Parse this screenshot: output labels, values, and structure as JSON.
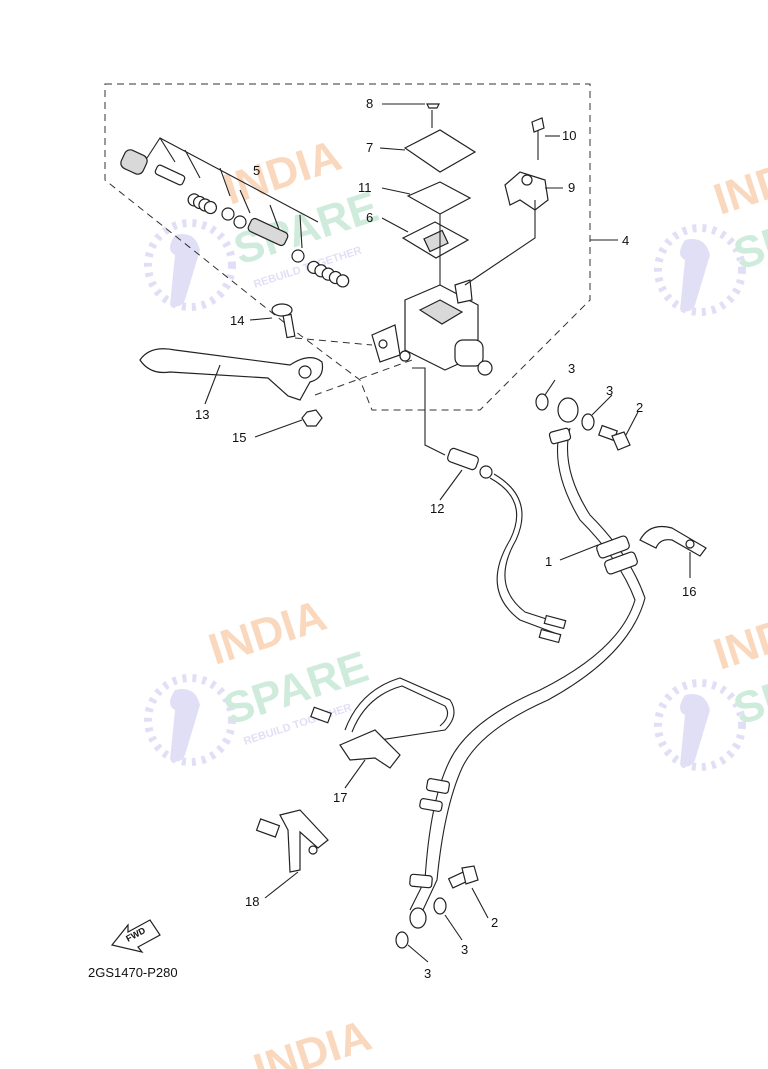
{
  "diagram": {
    "code": "2GS1470-P280",
    "fwd_label": "FWD",
    "callouts": {
      "c1": "1",
      "c2a": "2",
      "c2b": "2",
      "c3a": "3",
      "c3b": "3",
      "c3c": "3",
      "c3d": "3",
      "c4": "4",
      "c5": "5",
      "c6": "6",
      "c7": "7",
      "c8": "8",
      "c9": "9",
      "c10": "10",
      "c11": "11",
      "c12": "12",
      "c13": "13",
      "c14": "14",
      "c15": "15",
      "c16": "16",
      "c17": "17",
      "c18": "18"
    }
  },
  "watermark": {
    "line1": "INDIA",
    "line2": "SPARE",
    "tagline": "REBUILD TOGETHER",
    "colors": {
      "orange": "#f6b98a",
      "green": "#a8dcc0",
      "blue": "#c9c6ee"
    }
  }
}
